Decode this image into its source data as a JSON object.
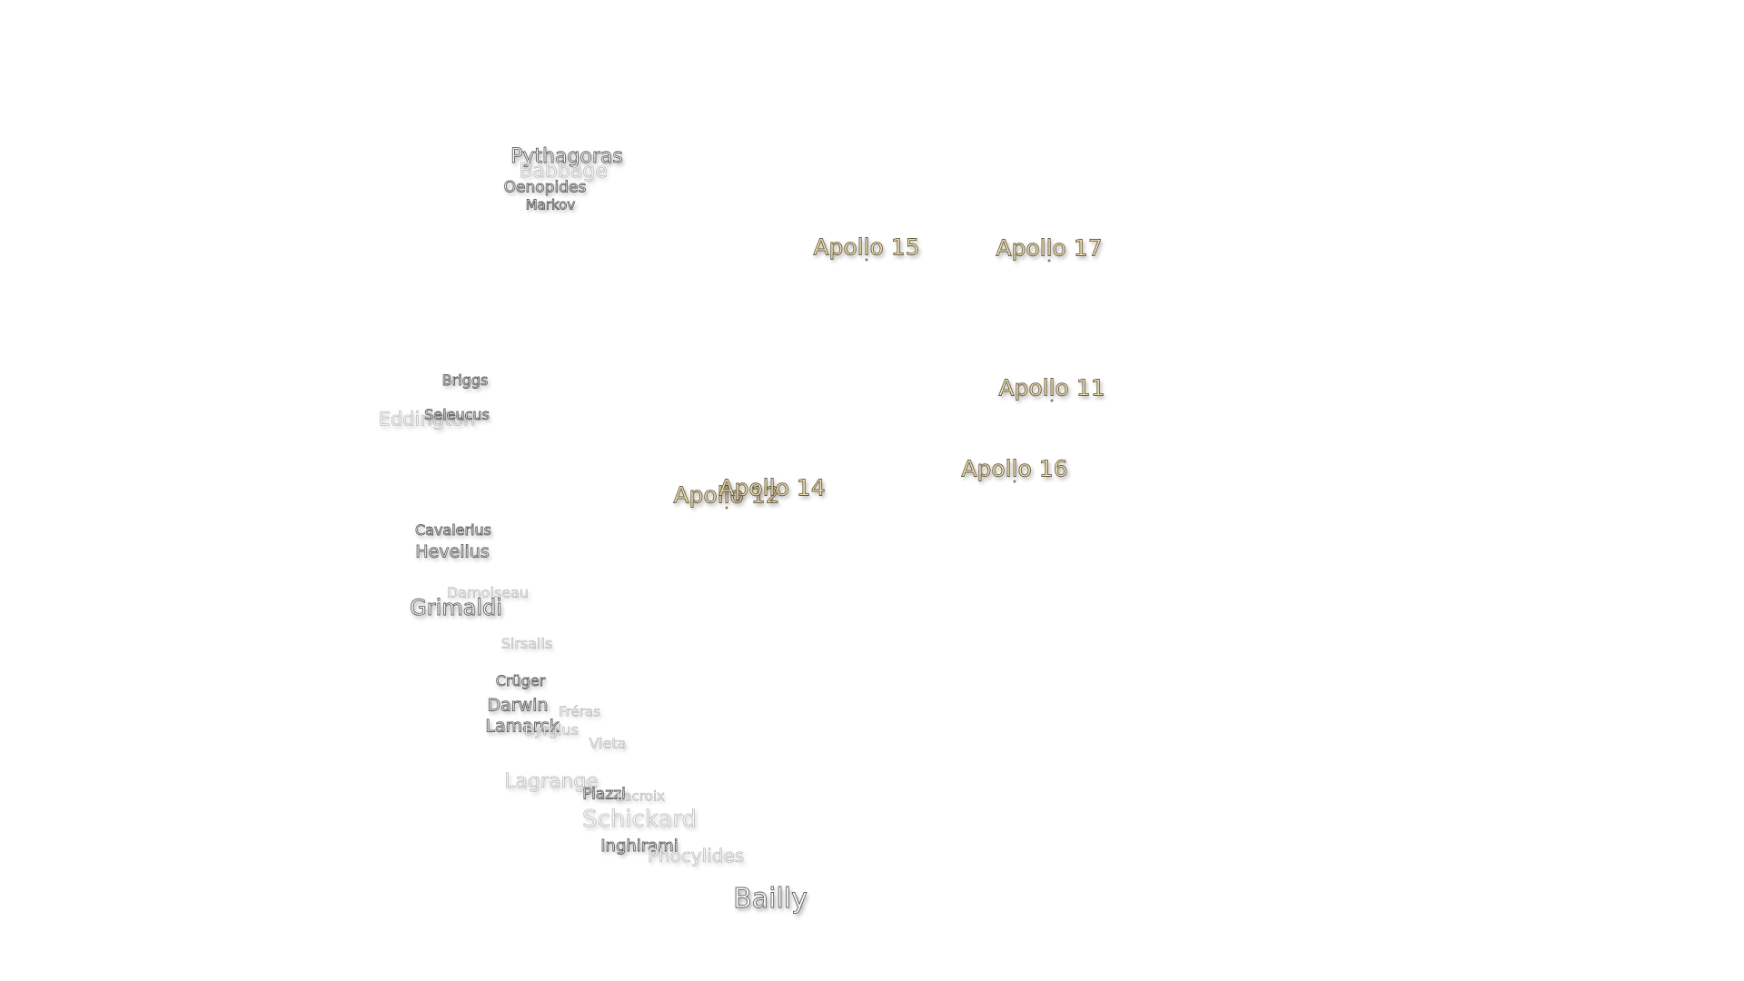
{
  "accent": {
    "crater_fill": "#ffffff",
    "site_fill": "#f5e6b8",
    "site_outline": "#5a4e32"
  },
  "labels": [
    {
      "name": "Pythagoras",
      "kind": "crater",
      "faint": false
    },
    {
      "name": "Babbage",
      "kind": "crater",
      "faint": true
    },
    {
      "name": "Oenopides",
      "kind": "crater",
      "faint": false
    },
    {
      "name": "Markov",
      "kind": "crater",
      "faint": false
    },
    {
      "name": "Briggs",
      "kind": "crater",
      "faint": false
    },
    {
      "name": "Eddington",
      "kind": "crater",
      "faint": true
    },
    {
      "name": "Seleucus",
      "kind": "crater",
      "faint": false
    },
    {
      "name": "Cavalerius",
      "kind": "crater",
      "faint": false
    },
    {
      "name": "Hevelius",
      "kind": "crater",
      "faint": false
    },
    {
      "name": "Damoiseau",
      "kind": "crater",
      "faint": true
    },
    {
      "name": "Grimaldi",
      "kind": "crater",
      "faint": false
    },
    {
      "name": "Sirsalis",
      "kind": "crater",
      "faint": true
    },
    {
      "name": "Crüger",
      "kind": "crater",
      "faint": false
    },
    {
      "name": "Darwin",
      "kind": "crater",
      "faint": false
    },
    {
      "name": "Fréras",
      "kind": "crater",
      "faint": true
    },
    {
      "name": "Lamarck",
      "kind": "crater",
      "faint": false
    },
    {
      "name": "Byrgius",
      "kind": "crater",
      "faint": true
    },
    {
      "name": "Vieta",
      "kind": "crater",
      "faint": true
    },
    {
      "name": "Lagrange",
      "kind": "crater",
      "faint": true
    },
    {
      "name": "Piazzi",
      "kind": "crater",
      "faint": false
    },
    {
      "name": "Lacroix",
      "kind": "crater",
      "faint": true
    },
    {
      "name": "Schickard",
      "kind": "crater",
      "faint": true
    },
    {
      "name": "Inghirami",
      "kind": "crater",
      "faint": false
    },
    {
      "name": "Phocylides",
      "kind": "crater",
      "faint": true
    },
    {
      "name": "Bailly",
      "kind": "crater",
      "faint": false
    },
    {
      "name": "Apollo 15",
      "kind": "site",
      "faint": false
    },
    {
      "name": "Apollo 17",
      "kind": "site",
      "faint": false
    },
    {
      "name": "Apollo 11",
      "kind": "site",
      "faint": false
    },
    {
      "name": "Apollo 16",
      "kind": "site",
      "faint": false
    },
    {
      "name": "Apollo 12",
      "kind": "site",
      "faint": false
    },
    {
      "name": "Apollo 14",
      "kind": "site",
      "faint": false
    }
  ]
}
